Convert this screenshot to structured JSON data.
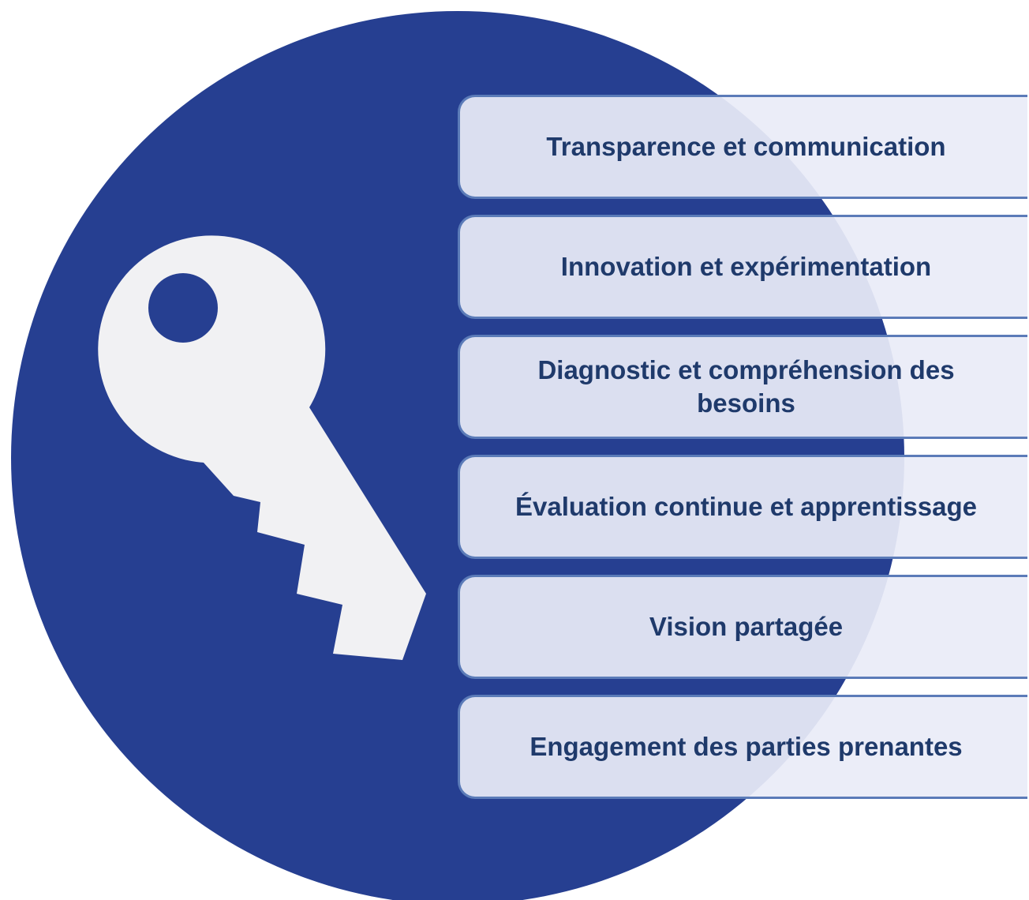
{
  "colors": {
    "circle": "#263f91",
    "key": "#f1f1f3",
    "box_fill": "#e9ecf8",
    "box_border": "#5b7bb8",
    "text": "#1f3a6b"
  },
  "icon": "key-icon",
  "items": [
    {
      "label": "Transparence et communication"
    },
    {
      "label": "Innovation et expérimentation"
    },
    {
      "label": "Diagnostic et compréhension des besoins"
    },
    {
      "label": "Évaluation continue et apprentissage"
    },
    {
      "label": "Vision partagée"
    },
    {
      "label": "Engagement des parties prenantes"
    }
  ]
}
